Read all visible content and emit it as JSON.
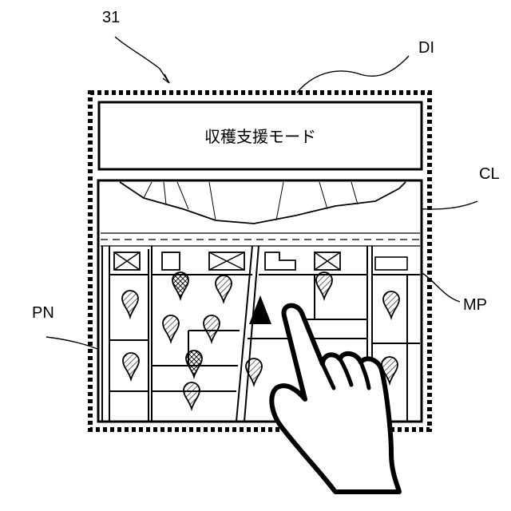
{
  "labels": {
    "device_ref": "31",
    "display_ref": "DI",
    "cursor_ref": "CL",
    "pin_ref": "PN",
    "map_ref": "MP"
  },
  "header": {
    "title": "収穫支援モード"
  },
  "icons": {
    "cursor": "triangle-cursor-icon",
    "pin": "map-pin-icon",
    "marker": "crossed-box-icon",
    "hand": "pointing-hand-icon"
  },
  "colors": {
    "line": "#000000",
    "background": "#ffffff"
  }
}
